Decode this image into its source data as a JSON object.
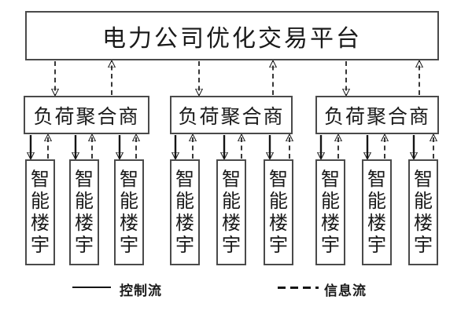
{
  "title": {
    "label": "电力公司优化交易平台"
  },
  "aggregators": [
    {
      "label": "负荷聚合商"
    },
    {
      "label": "负荷聚合商"
    },
    {
      "label": "负荷聚合商"
    }
  ],
  "buildings": [
    {
      "label": "智能楼宇"
    },
    {
      "label": "智能楼宇"
    },
    {
      "label": "智能楼宇"
    },
    {
      "label": "智能楼宇"
    },
    {
      "label": "智能楼宇"
    },
    {
      "label": "智能楼宇"
    },
    {
      "label": "智能楼宇"
    },
    {
      "label": "智能楼宇"
    },
    {
      "label": "智能楼宇"
    }
  ],
  "legend": {
    "control_label": "控制流",
    "info_label": "信息流"
  },
  "colors": {
    "line": "#151515",
    "box_border": "#4a4a4a",
    "text": "#1a1a1a",
    "background": "#ffffff"
  }
}
